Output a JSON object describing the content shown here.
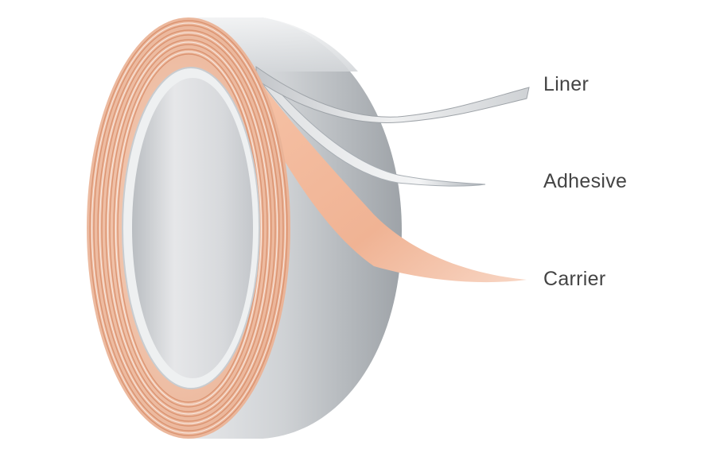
{
  "labels": {
    "liner": "Liner",
    "adhesive": "Adhesive",
    "carrier": "Carrier"
  },
  "colors": {
    "background": "#ffffff",
    "liner": "#d8dadd",
    "adhesive": "#c7ccd2",
    "carrier": "#f2b99a",
    "roll_body": "#c9ccd0",
    "roll_edge_stripes": "#d98e6a",
    "label_text": "#444444"
  }
}
